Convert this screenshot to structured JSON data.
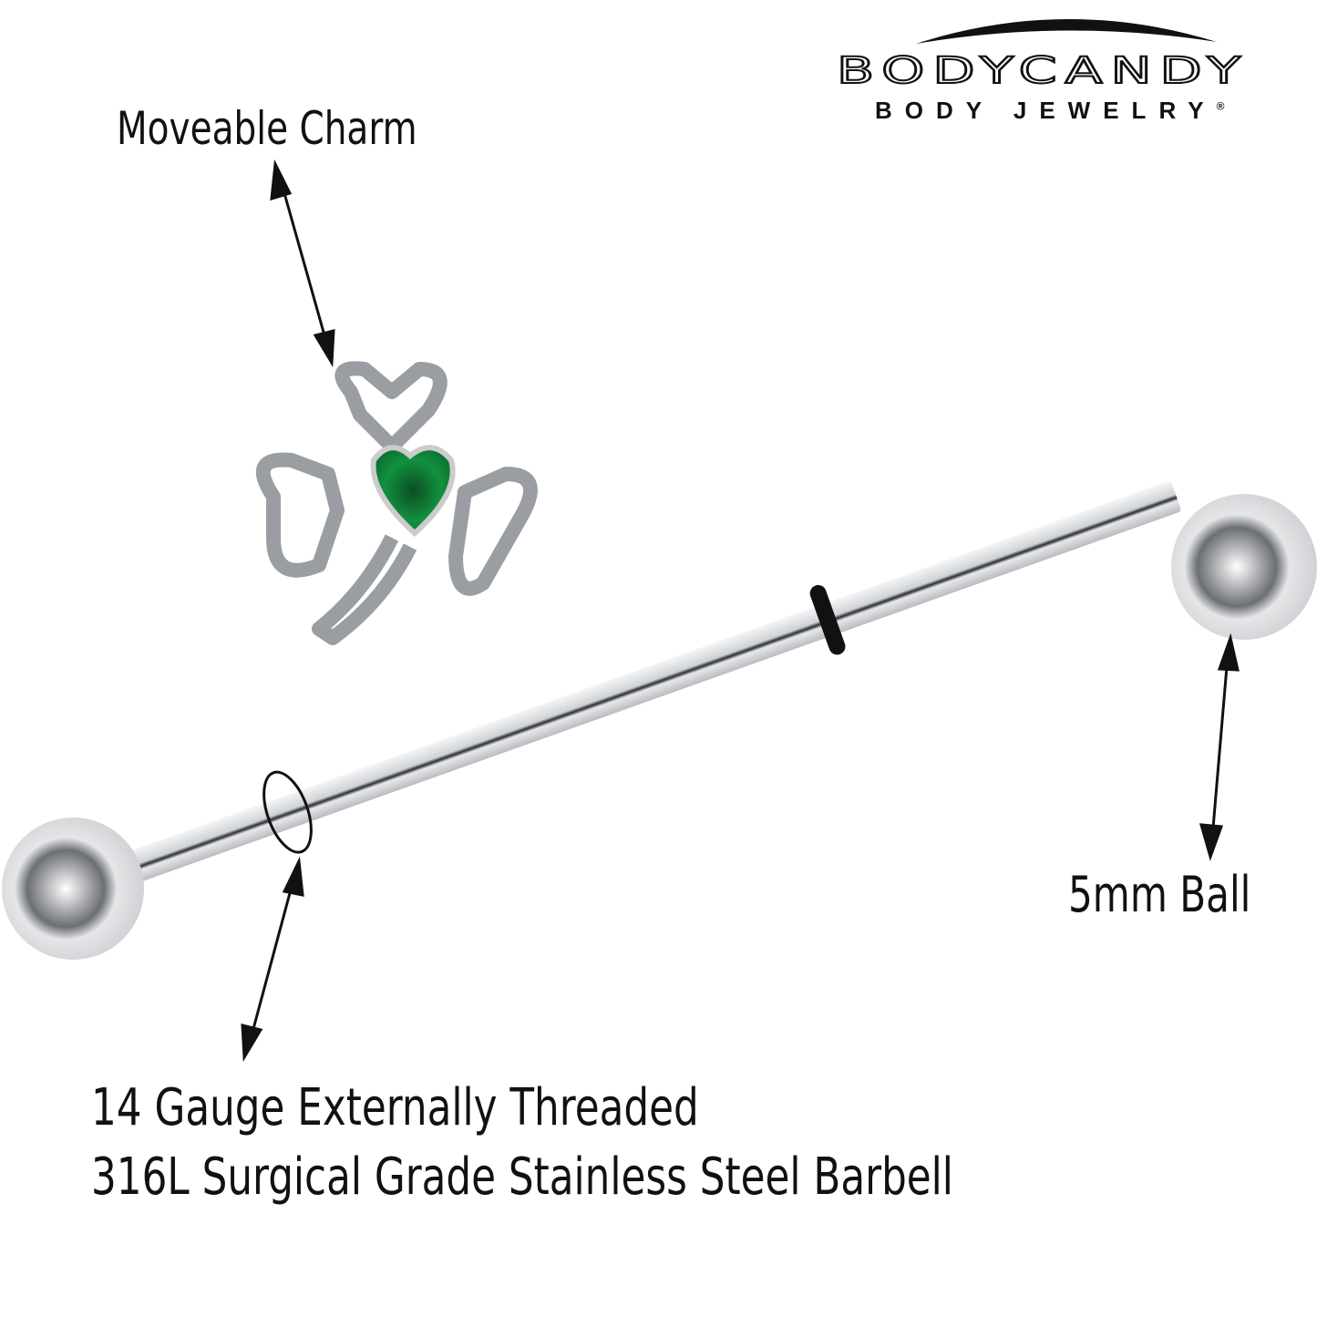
{
  "brand": {
    "name": "BODYCANDY",
    "tagline": "BODY JEWELRY",
    "registered": "®"
  },
  "labels": {
    "charm": "Moveable Charm",
    "ball": "5mm Ball",
    "bar_line1": "14 Gauge Externally Threaded",
    "bar_line2": "316L Surgical Grade Stainless Steel Barbell"
  },
  "colors": {
    "gem": "#0f8a3c",
    "steel": "#d9dbdd",
    "oring": "#111111"
  }
}
